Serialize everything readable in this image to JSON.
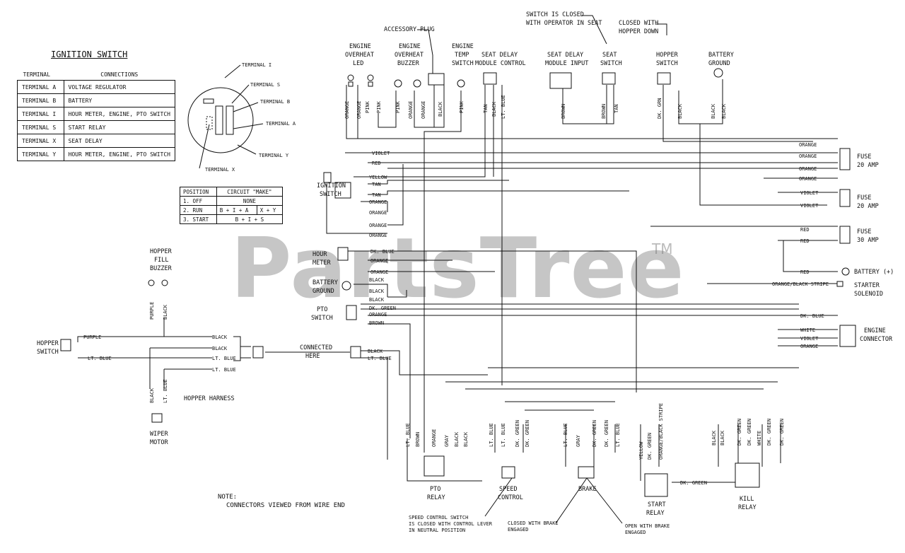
{
  "ignition_switch": {
    "title": "IGNITION SWITCH",
    "col_terminal": "TERMINAL",
    "col_connections": "CONNECTIONS",
    "rows": [
      {
        "terminal": "TERMINAL A",
        "connection": "VOLTAGE REGULATOR"
      },
      {
        "terminal": "TERMINAL B",
        "connection": "BATTERY"
      },
      {
        "terminal": "TERMINAL I",
        "connection": "HOUR METER, ENGINE, PTO SWITCH"
      },
      {
        "terminal": "TERMINAL S",
        "connection": "START RELAY"
      },
      {
        "terminal": "TERMINAL X",
        "connection": "SEAT DELAY"
      },
      {
        "terminal": "TERMINAL Y",
        "connection": "HOUR METER, ENGINE, PTO SWITCH"
      }
    ]
  },
  "position_table": {
    "col_position": "POSITION",
    "col_circuit": "CIRCUIT \"MAKE\"",
    "rows": [
      {
        "position": "1. OFF",
        "circuit": "NONE",
        "extra": ""
      },
      {
        "position": "2. RUN",
        "circuit": "B + I + A",
        "extra": "X + Y"
      },
      {
        "position": "3. START",
        "circuit": "B + I + S",
        "extra": ""
      }
    ]
  },
  "terminals": [
    "TERMINAL I",
    "TERMINAL S",
    "TERMINAL B",
    "TERMINAL A",
    "TERMINAL Y",
    "TERMINAL X"
  ],
  "components": {
    "accessory_plug": "ACCESSORY PLUG",
    "engine_overheat_led": [
      "ENGINE",
      "OVERHEAT",
      "LED"
    ],
    "engine_overheat_buzzer": [
      "ENGINE",
      "OVERHEAT",
      "BUZZER"
    ],
    "engine_temp_switch": [
      "ENGINE",
      "TEMP",
      "SWITCH"
    ],
    "seat_delay_module_control": [
      "SEAT DELAY",
      "MODULE CONTROL"
    ],
    "seat_delay_module_input": [
      "SEAT DELAY",
      "MODULE INPUT"
    ],
    "seat_switch": [
      "SEAT",
      "SWITCH"
    ],
    "seat_switch_note": [
      "SWITCH IS CLOSED",
      "WITH OPERATOR IN SEAT"
    ],
    "hopper_switch_top": [
      "HOPPER",
      "SWITCH"
    ],
    "hopper_note": [
      "CLOSED WITH",
      "HOPPER DOWN"
    ],
    "battery_ground_top": [
      "BATTERY",
      "GROUND"
    ],
    "ignition_switch": [
      "IGNITION",
      "SWITCH"
    ],
    "hour_meter": [
      "HOUR",
      "METER"
    ],
    "battery_ground": [
      "BATTERY",
      "GROUND"
    ],
    "pto_switch": [
      "PTO",
      "SWITCH"
    ],
    "hopper_fill_buzzer": [
      "HOPPER",
      "FILL",
      "BUZZER"
    ],
    "hopper_switch_left": [
      "HOPPER",
      "SWITCH"
    ],
    "connected_here": [
      "CONNECTED",
      "HERE"
    ],
    "hopper_harness": "HOPPER HARNESS",
    "wiper_motor": [
      "WIPER",
      "MOTOR"
    ],
    "fuse1": [
      "FUSE",
      "20 AMP"
    ],
    "fuse2": [
      "FUSE",
      "20 AMP"
    ],
    "fuse3": [
      "FUSE",
      "30 AMP"
    ],
    "battery_plus": "BATTERY (+)",
    "starter_solenoid": [
      "STARTER",
      "SOLENOID"
    ],
    "engine_connector": [
      "ENGINE",
      "CONNECTOR"
    ],
    "pto_relay": [
      "PTO",
      "RELAY"
    ],
    "speed_control": [
      "SPEED",
      "CONTROL"
    ],
    "brake": "BRAKE",
    "start_relay": [
      "START",
      "RELAY"
    ],
    "kill_relay": [
      "KILL",
      "RELAY"
    ],
    "speed_note": [
      "SPEED CONTROL SWITCH",
      "IS CLOSED WITH CONTROL LEVER",
      "IN NEUTRAL POSITION"
    ],
    "brake_closed_note": [
      "CLOSED WITH BRAKE",
      "ENGAGED"
    ],
    "brake_open_note": [
      "OPEN WITH BRAKE",
      "ENGAGED"
    ]
  },
  "wire_colors": {
    "violet": "VIOLET",
    "red": "RED",
    "yellow": "YELLOW",
    "tan": "TAN",
    "orange": "ORANGE",
    "dk_blue": "DK. BLUE",
    "black": "BLACK",
    "dk_green": "DK. GREEN",
    "brown": "BROWN",
    "purple": "PURPLE",
    "lt_blue": "LT. BLUE",
    "white": "WHITE",
    "pink": "PINK",
    "gray": "GRAY",
    "yellow_v": "YELLOW",
    "orange_black": "ORANGE/BLACK STRIPE",
    "dk_grn": "DK. GRN"
  },
  "note": [
    "NOTE:",
    "CONNECTORS VIEWED FROM WIRE END"
  ],
  "watermark": "PartsTree",
  "tm": "TM"
}
